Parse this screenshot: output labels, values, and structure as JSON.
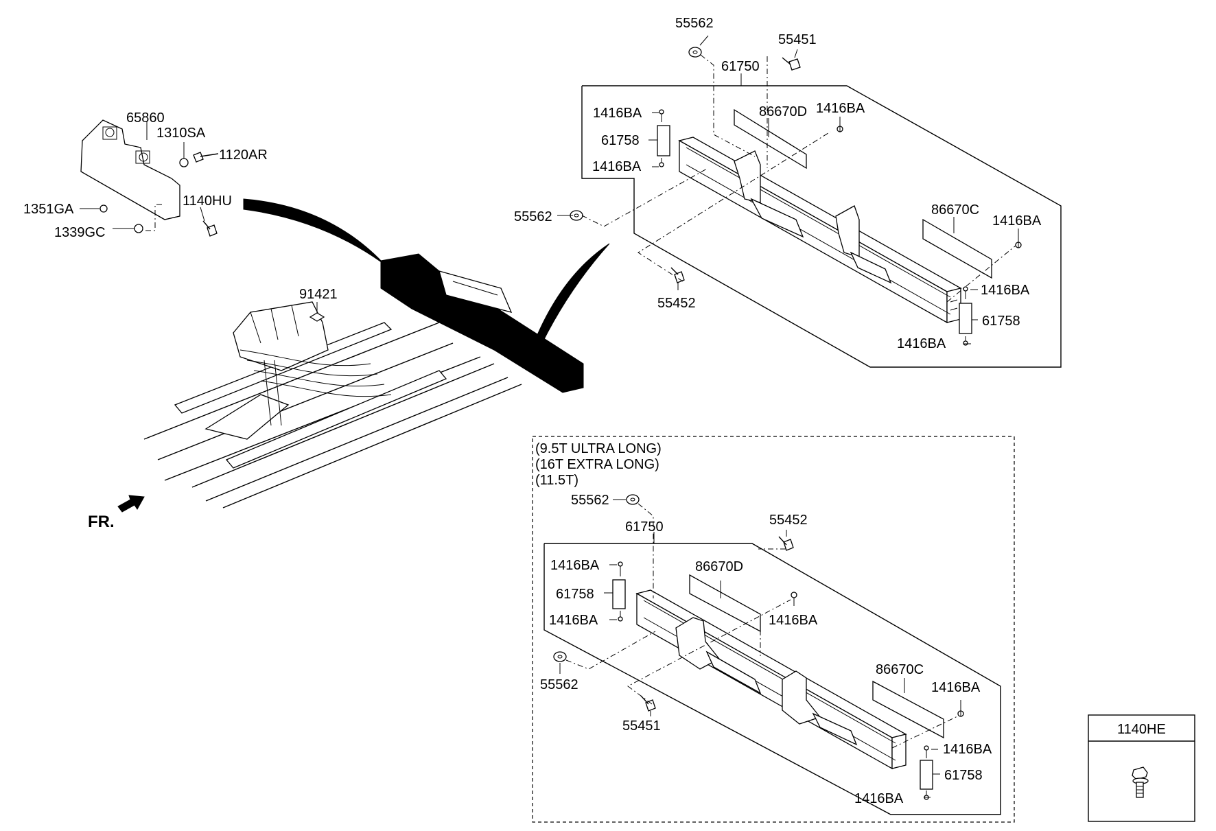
{
  "labels": {
    "p55562_top": "55562",
    "p55451_top": "55451",
    "p61750_top": "61750",
    "p1416BA_a": "1416BA",
    "p86670D_top": "86670D",
    "p1416BA_b": "1416BA",
    "p61758_a": "61758",
    "p1416BA_c": "1416BA",
    "p55562_mid": "55562",
    "p86670C_top": "86670C",
    "p1416BA_d": "1416BA",
    "p55452_top": "55452",
    "p1416BA_e": "1416BA",
    "p61758_b": "61758",
    "p1416BA_f": "1416BA",
    "p65860": "65860",
    "p1310SA": "1310SA",
    "p1120AR": "1120AR",
    "p1351GA": "1351GA",
    "p1140HU": "1140HU",
    "p1339GC": "1339GC",
    "p91421": "91421",
    "fr": "FR.",
    "variant_1": "(9.5T ULTRA LONG)",
    "variant_2": "(16T EXTRA LONG)",
    "variant_3": "(11.5T)",
    "p55562_b1": "55562",
    "p61750_b": "61750",
    "p55452_b": "55452",
    "p1416BA_g": "1416BA",
    "p86670D_b": "86670D",
    "p61758_c": "61758",
    "p1416BA_h": "1416BA",
    "p1416BA_i": "1416BA",
    "p55562_b2": "55562",
    "p55451_b": "55451",
    "p86670C_b": "86670C",
    "p1416BA_j": "1416BA",
    "p1416BA_k": "1416BA",
    "p61758_d": "61758",
    "p1416BA_l": "1416BA",
    "legend_header": "1140HE"
  },
  "icons": [
    "flange-bolt-icon",
    "washer-nut-icon",
    "front-direction-arrow-icon"
  ],
  "colors": {
    "line": "#000000",
    "background": "#ffffff"
  }
}
